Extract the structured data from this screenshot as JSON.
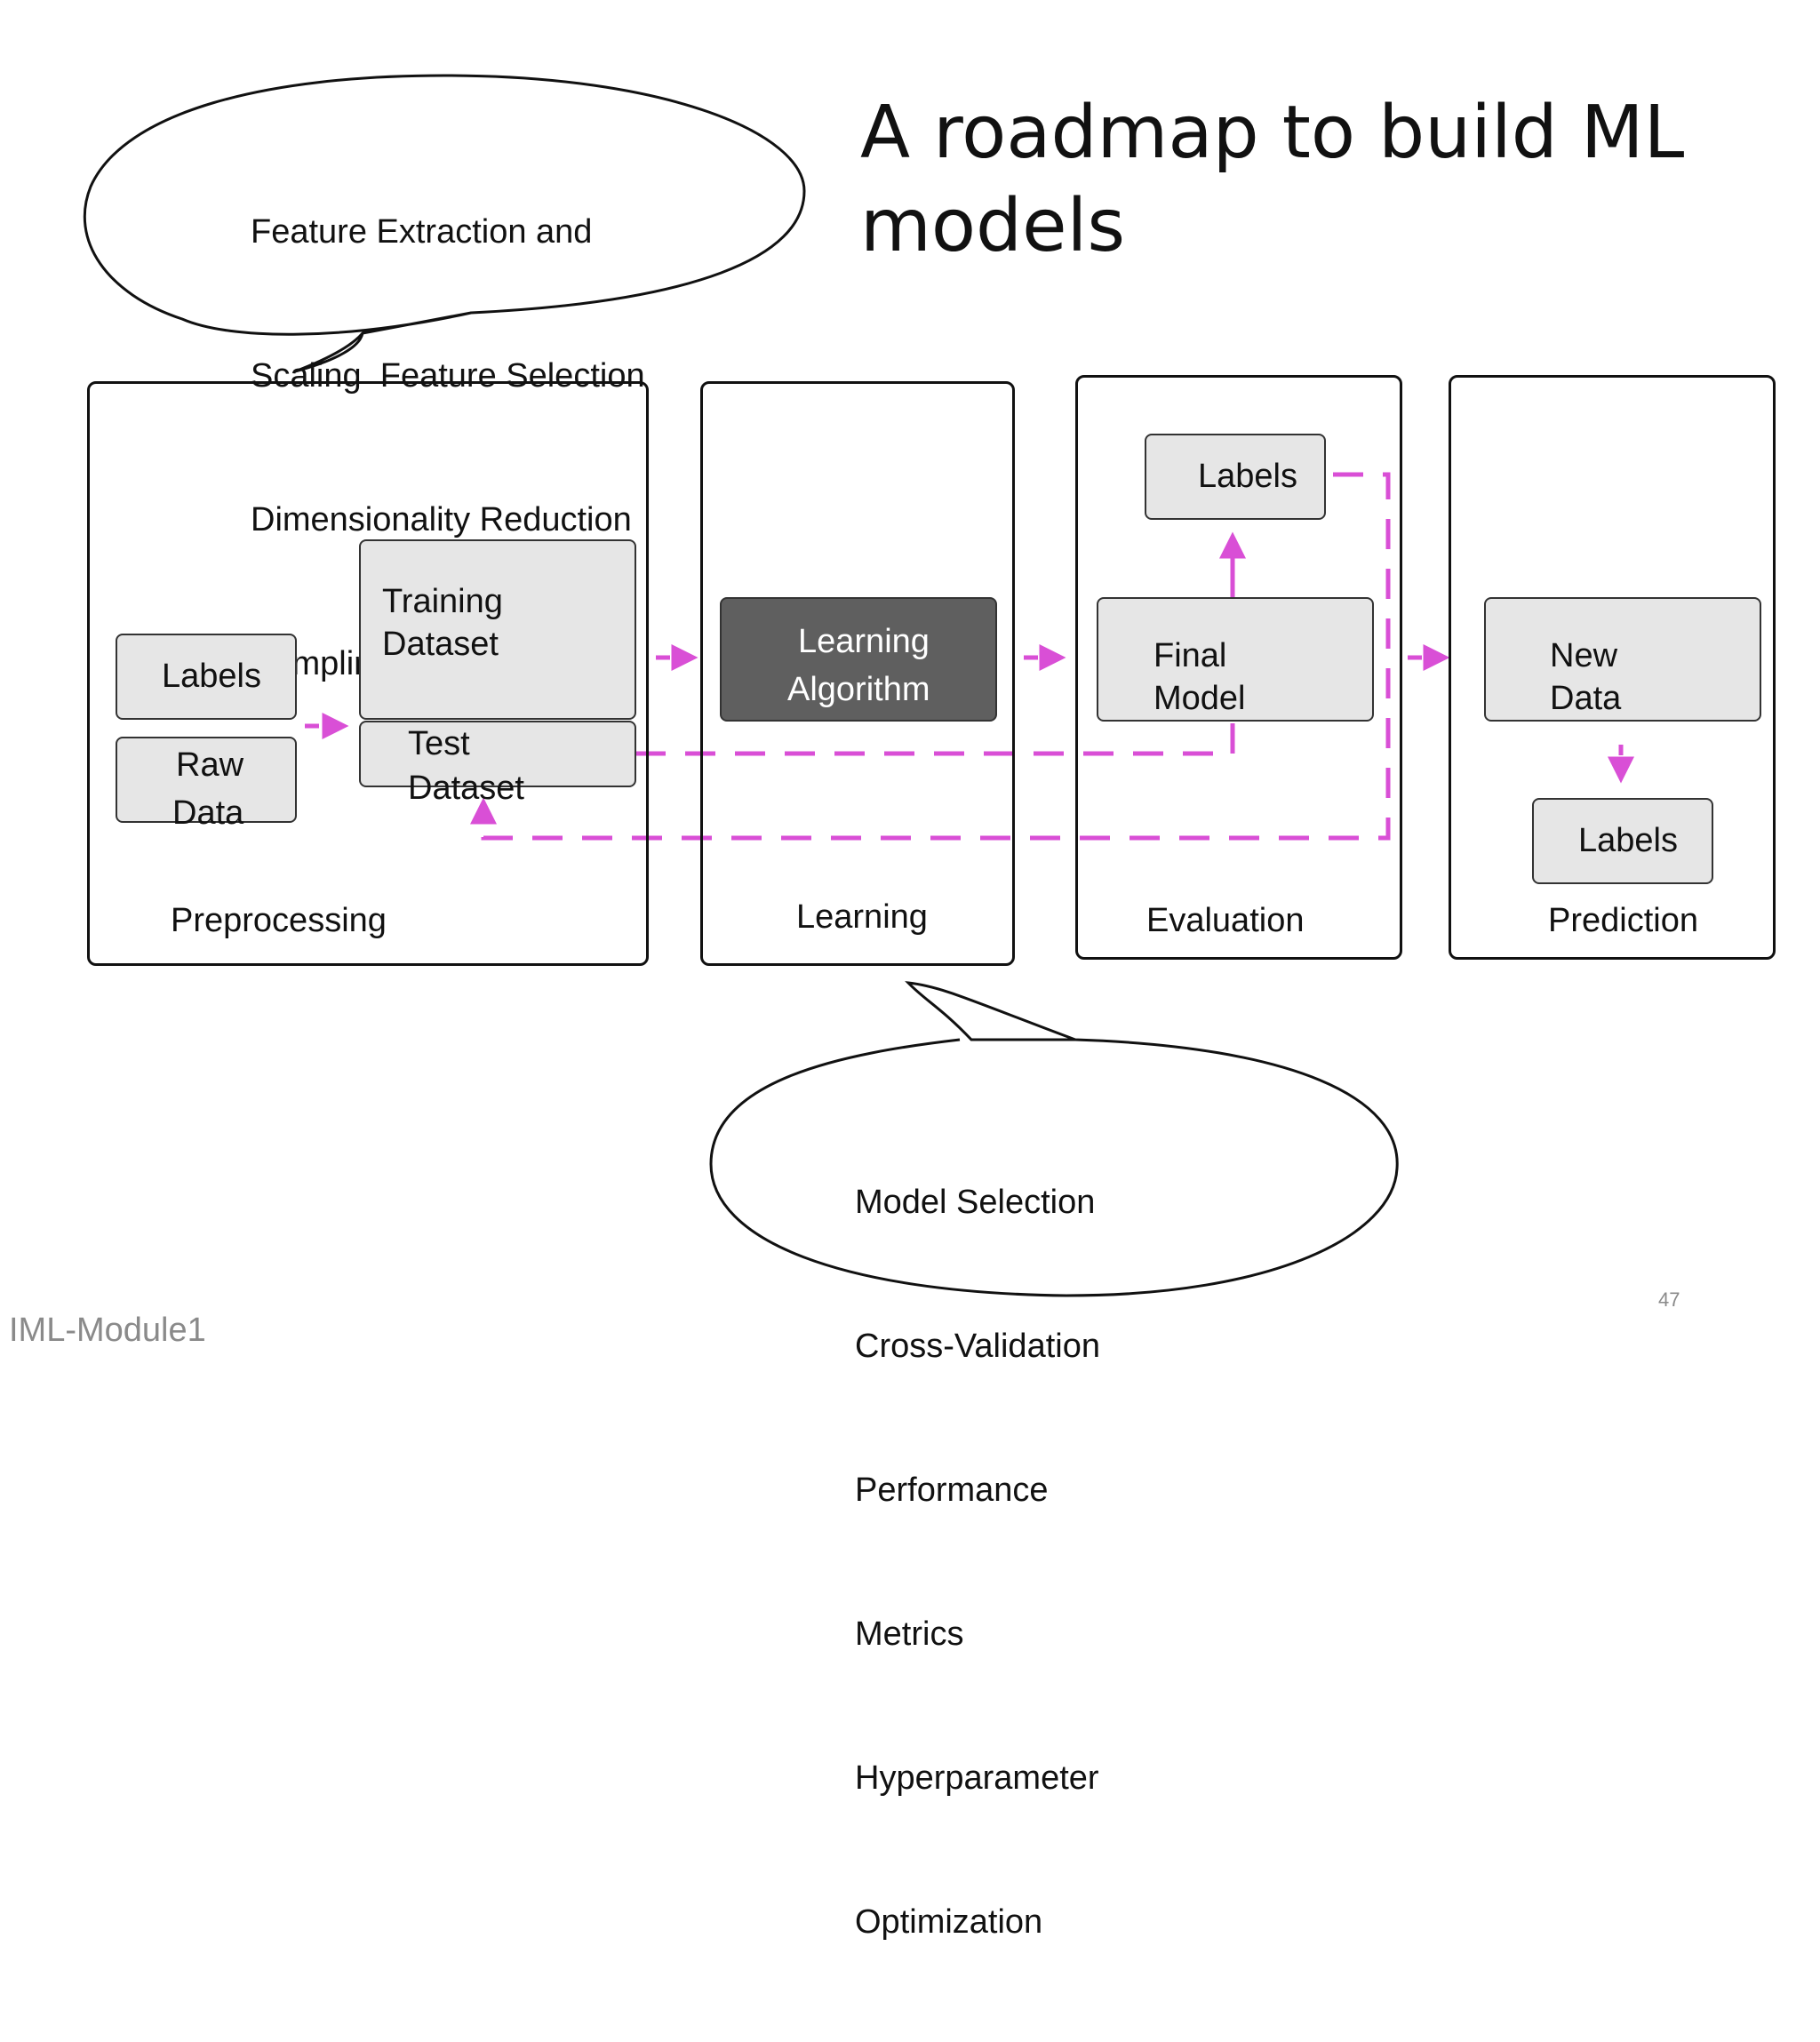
{
  "title": "A roadmap to build ML models",
  "callouts": {
    "preprocessing_notes": {
      "lines": [
        "Feature Extraction and",
        "Scaling  Feature Selection",
        "Dimensionality Reduction",
        "Sampling"
      ]
    },
    "learning_notes": {
      "lines": [
        "Model Selection",
        "Cross-Validation",
        "Performance",
        "Metrics",
        "Hyperparameter",
        "Optimization"
      ]
    }
  },
  "stages": {
    "preprocessing": {
      "label": "Preprocessing",
      "labels_box": "Labels",
      "raw_data": [
        "Raw",
        "Data"
      ],
      "training_dataset": [
        "Training",
        "Dataset"
      ],
      "test_dataset": [
        "Test",
        "Dataset"
      ]
    },
    "learning": {
      "label": "Learning",
      "algorithm": [
        "Learning",
        "Algorithm"
      ]
    },
    "evaluation": {
      "label": "Evaluation",
      "labels_box": "Labels",
      "final_model": [
        "Final",
        "Model"
      ]
    },
    "prediction": {
      "label": "Prediction",
      "new_data": [
        "New",
        "Data"
      ],
      "labels_box": "Labels"
    }
  },
  "colors": {
    "flow_arrow": "#d94fd6",
    "dark_box": "#5f5f5f",
    "light_box": "#e6e6e6"
  },
  "footer": {
    "module": "IML-Module1",
    "page_number": "47"
  }
}
